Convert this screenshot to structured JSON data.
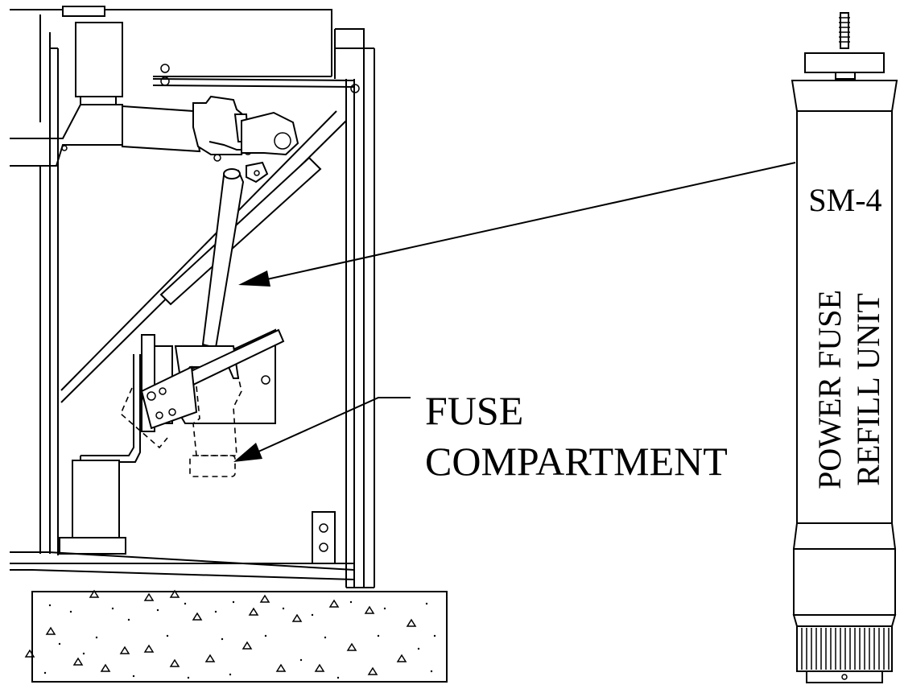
{
  "labels": {
    "fuse_compartment_line1": "FUSE",
    "fuse_compartment_line2": "COMPARTMENT",
    "refill_model": "SM-4",
    "refill_name_line1": "POWER FUSE",
    "refill_name_line2": "REFILL UNIT"
  }
}
